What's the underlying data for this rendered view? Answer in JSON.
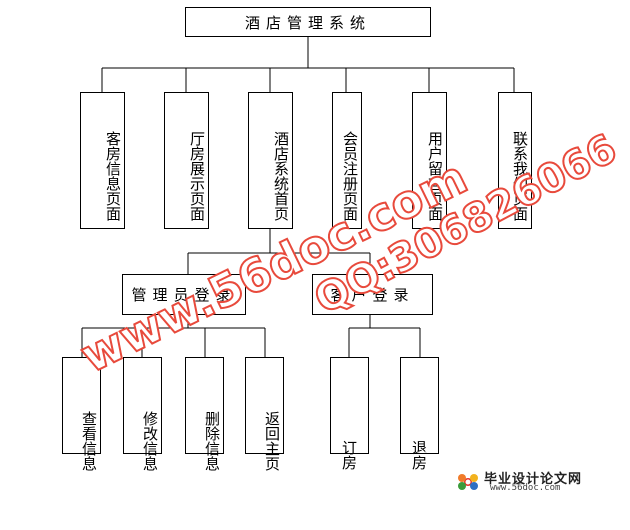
{
  "root": {
    "label": "酒店管理系统"
  },
  "level1": [
    {
      "label": "客房信息页面"
    },
    {
      "label": "厅房展示页面"
    },
    {
      "label": "酒店系统首页"
    },
    {
      "label": "会员注册页面"
    },
    {
      "label": "用户留言页面"
    },
    {
      "label": "联系我们页面"
    }
  ],
  "level2": [
    {
      "label": "管理员登录"
    },
    {
      "label": "客户登录"
    }
  ],
  "admin_actions": [
    {
      "label": "查看信息"
    },
    {
      "label": "修改信息"
    },
    {
      "label": "删除信息"
    },
    {
      "label": "返回主页"
    }
  ],
  "customer_actions": [
    {
      "label": "订房"
    },
    {
      "label": "退房"
    }
  ],
  "watermark": {
    "left": "www.56doc.com",
    "right": "QQ:306826066",
    "color": "#e84a3c"
  },
  "footer": {
    "brand": "毕业设计论文网",
    "url": "www.56doc.com"
  }
}
